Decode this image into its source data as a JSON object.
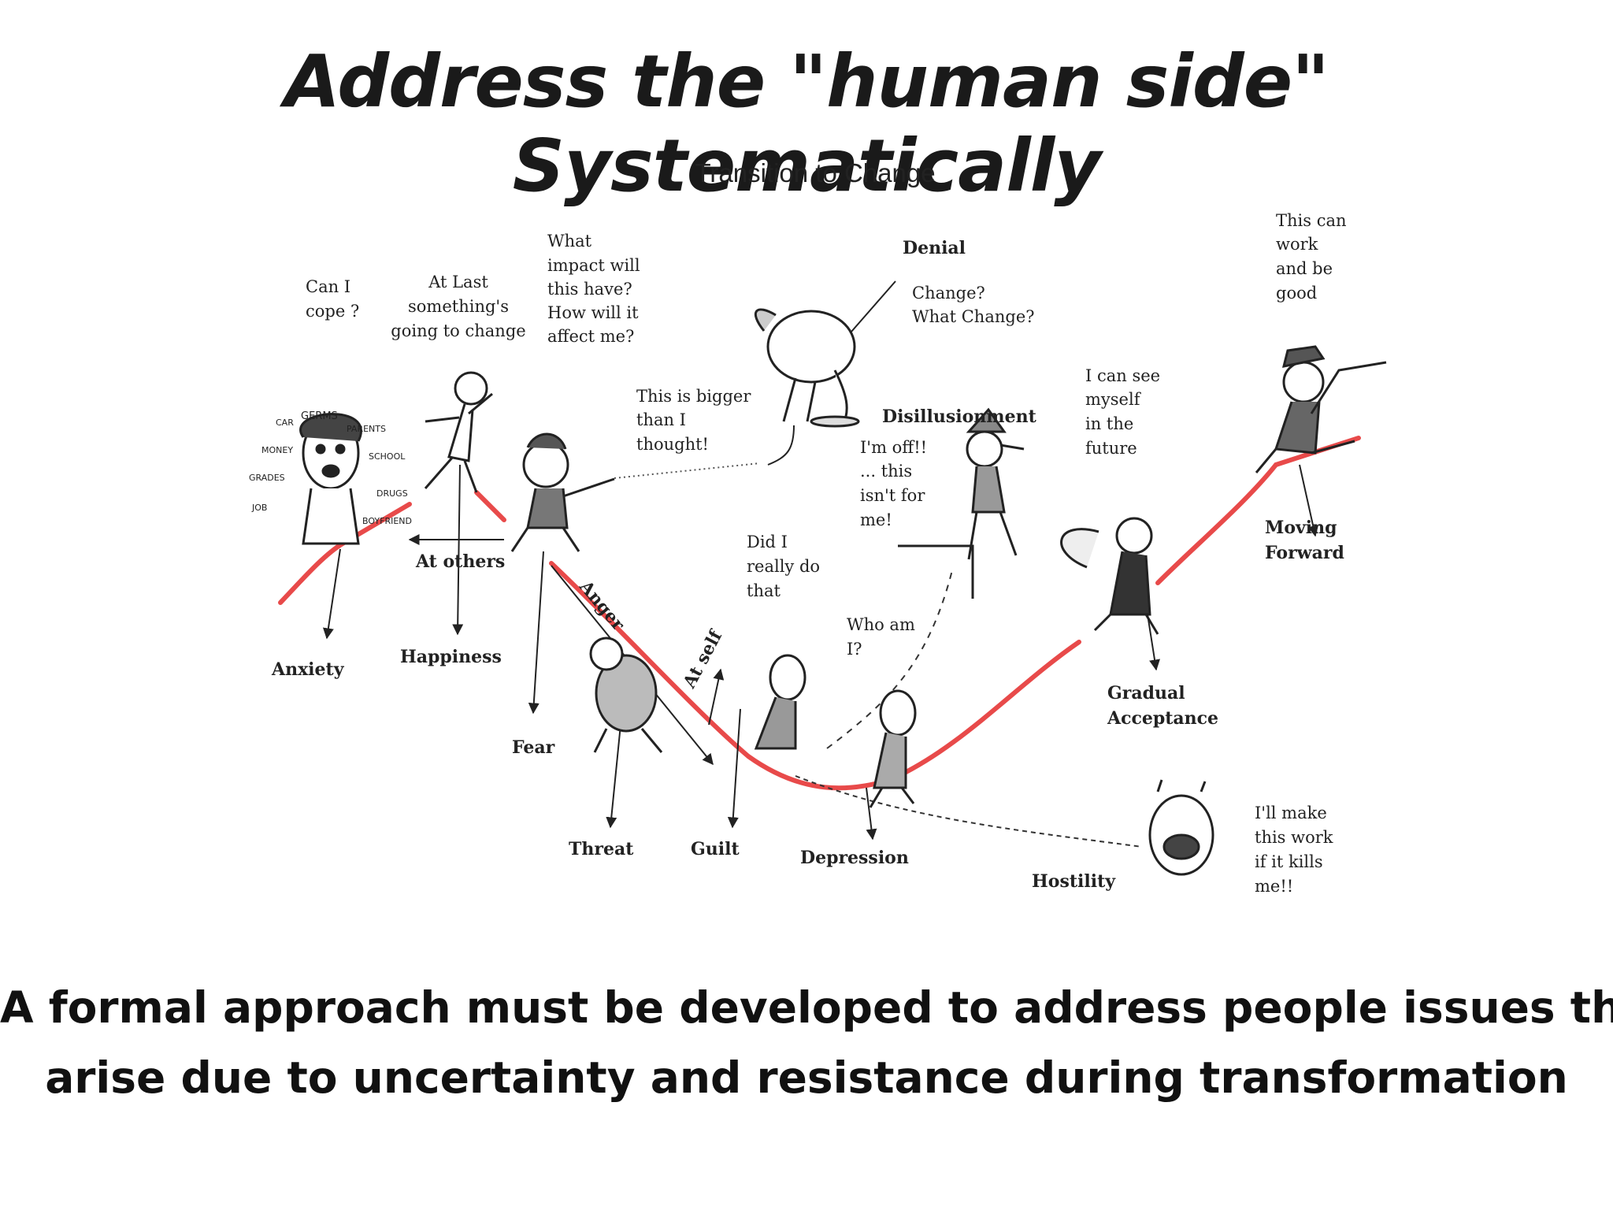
{
  "slide": {
    "title": "Address the \"human side\" Systematically",
    "footer_line1": "A formal approach must be developed to address people issues that",
    "footer_line2": "arise due to uncertainty and resistance during transformation"
  },
  "diagram": {
    "heading": "Transition to Change",
    "curve_color": "#e84a4a",
    "stages": {
      "anxiety": "Anxiety",
      "happiness": "Happiness",
      "fear": "Fear",
      "threat": "Threat",
      "guilt": "Guilt",
      "depression": "Depression",
      "hostility": "Hostility",
      "gradual_acceptance": [
        "Gradual",
        "Acceptance"
      ],
      "moving_forward": [
        "Moving",
        "Forward"
      ],
      "denial": "Denial",
      "disillusionment": "Disillusionment"
    },
    "arrow_labels": {
      "at_others": "At others",
      "anger": "Anger",
      "at_self": "At self"
    },
    "quotes": {
      "can_i_cope": [
        "Can I",
        "cope ?"
      ],
      "at_last": [
        "At Last",
        "something's",
        "going to change"
      ],
      "what_impact": [
        "What",
        "impact will",
        "this have?",
        "How will it",
        "affect me?"
      ],
      "bigger_than": [
        "This is bigger",
        "than I",
        "thought!"
      ],
      "change_what": [
        "Change?",
        "What Change?"
      ],
      "im_off": [
        "I'm off!!",
        "... this",
        "isn't for",
        "me!"
      ],
      "did_i": [
        "Did I",
        "really do",
        "that"
      ],
      "who_am_i": [
        "Who am",
        "I?"
      ],
      "see_myself": [
        "I can see",
        "myself",
        "in the",
        "future"
      ],
      "this_can_work": [
        "This can",
        "work",
        "and be",
        "good"
      ],
      "make_this_work": [
        "I'll make",
        "this work",
        "if it kills",
        "me!!"
      ]
    },
    "anxiety_words": [
      "GERMS",
      "PARENTS",
      "SCHOOL",
      "DRUGS",
      "BOYFRIEND",
      "JOB",
      "GRADES",
      "MONEY",
      "CAR"
    ]
  }
}
